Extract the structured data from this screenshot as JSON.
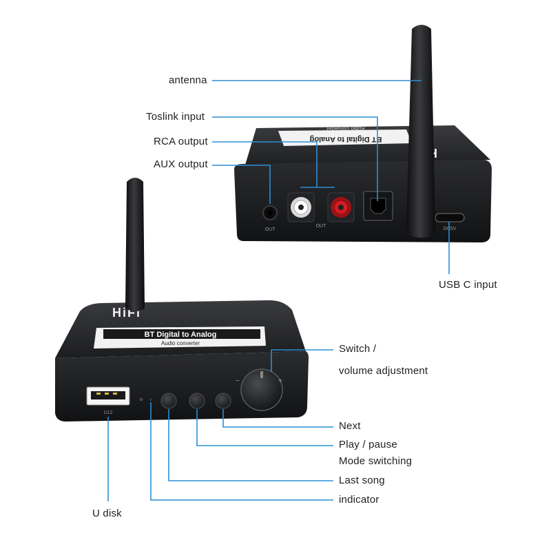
{
  "labels": {
    "antenna": "antenna",
    "toslink": "Toslink input",
    "rca": "RCA output",
    "aux": "AUX output",
    "usbc": "USB C input",
    "switch_line1": "Switch /",
    "switch_line2": "volume adjustment",
    "next": "Next",
    "play_pause": "Play / pause",
    "mode": "Mode switching",
    "last_song": "Last song",
    "indicator": "indicator",
    "u_disk": "U disk"
  },
  "device_front": {
    "brand": "HiFi",
    "product_line1": "BT Digital to Analog",
    "product_line2": "Audio converter",
    "usb_port_label": "U12",
    "knob_minus": "−",
    "knob_plus": "+"
  },
  "device_back": {
    "brand": "HiFi",
    "product_line1": "BT Digital to Analog",
    "product_line2": "Audio converter",
    "aux_port_label": "OUT",
    "rca_port_label": "OUT",
    "usbc_port_label": "DC5V"
  },
  "colors": {
    "callout_line": "#2a8fd6",
    "device_body": "#1b1c1e",
    "rca_left": "#e8e8e8",
    "rca_right": "#c4161c"
  }
}
